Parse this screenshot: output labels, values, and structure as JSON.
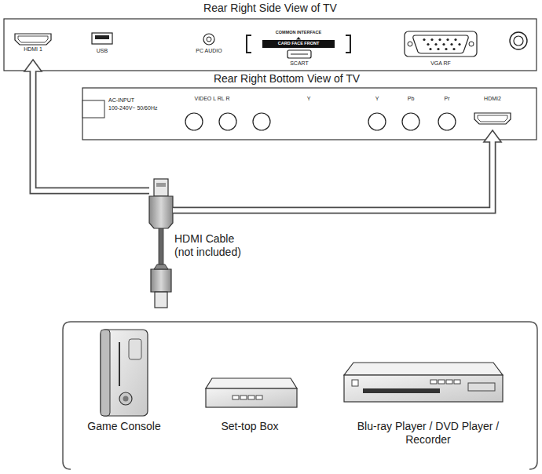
{
  "diagram": {
    "nodes": [
      {
        "text": [
          "Rear Right Side View of TV"
        ]
      },
      {
        "text": [
          "HDMI 1"
        ],
        "in": 0
      },
      {
        "text": [
          "Rear Right Bottom View of TV"
        ]
      },
      {
        "text": [
          "HDMI2"
        ],
        "in": 2
      },
      {
        "text": [
          "HDMI Cable (not included)"
        ]
      },
      {
        "text": [
          "Game Console"
        ]
      },
      {
        "text": [
          "Set-top Box"
        ]
      },
      {
        "text": [
          "Blu-ray Player / DVD Player / Recorder"
        ]
      }
    ],
    "edges": [
      {
        "from": 4,
        "to": 1,
        "arrow": "to"
      },
      {
        "from": 4,
        "to": 3,
        "arrow": "to"
      }
    ],
    "labels": [
      "USB",
      "PC AUDIO",
      "COMMON INTERFACE",
      "CARD FACE FRONT",
      "SCART",
      "VGA RF",
      "AC-INPUT",
      "100-240V~ 50/60Hz",
      "VIDEO L RL R",
      "Y",
      "Y",
      "Pb",
      "Pr"
    ]
  }
}
